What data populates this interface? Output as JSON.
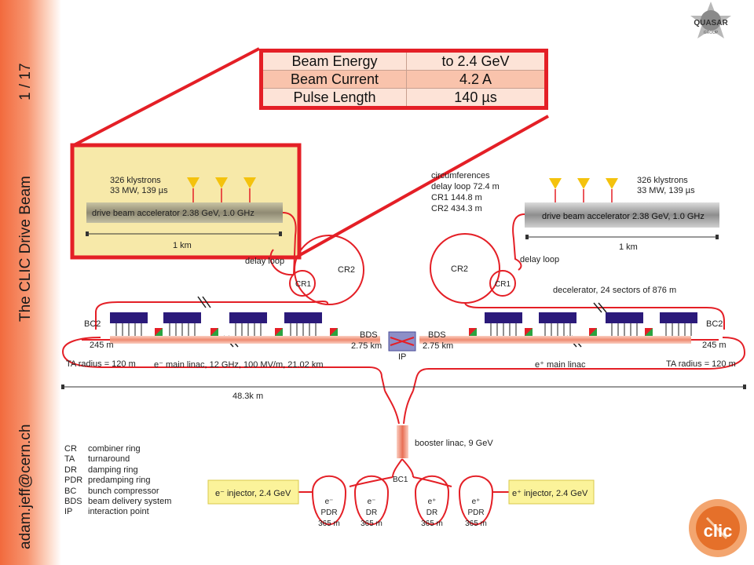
{
  "slide": {
    "author": "adam.jeff@cern.ch",
    "title": "The CLIC Drive Beam",
    "page": "1 / 17"
  },
  "params_table": {
    "rows": [
      {
        "label": "Beam Energy",
        "value": "to 2.4 GeV"
      },
      {
        "label": "Beam Current",
        "value": "4.2 A"
      },
      {
        "label": "Pulse Length",
        "value": "140 µs"
      }
    ]
  },
  "logos": {
    "quasar": "QUASAR",
    "quasar_sub": "GROUP",
    "clic": "clic"
  },
  "diagram": {
    "left_klystrons": "326 klystrons",
    "left_klystron_power": "33 MW, 139 µs",
    "left_accelerator": "drive beam accelerator 2.38 GeV, 1.0 GHz",
    "left_length": "1 km",
    "right_klystrons": "326 klystrons",
    "right_klystron_power": "33 MW, 139 µs",
    "right_accelerator": "drive beam accelerator 2.38 GeV, 1.0 GHz",
    "right_length": "1 km",
    "circ_title": "circumferences",
    "circ_delay": "delay loop 72.4 m",
    "circ_cr1": "CR1 144.8 m",
    "circ_cr2": "CR2 434.3 m",
    "delay_loop_left": "delay loop",
    "delay_loop_right": "delay loop",
    "cr2_left": "CR2",
    "cr1_left": "CR1",
    "cr2_right": "CR2",
    "cr1_right": "CR1",
    "decelerator": "decelerator, 24 sectors of 876 m",
    "bc2_left": "BC2",
    "bc2_right": "BC2",
    "ta245_left": "245 m",
    "ta245_right": "245 m",
    "ta_radius_left": "TA radius = 120 m",
    "ta_radius_right": "TA radius = 120 m",
    "bds_left": "BDS",
    "bds_left_len": "2.75 km",
    "bds_right": "BDS",
    "bds_right_len": "2.75 km",
    "ip": "IP",
    "linac_left": "e⁻ main linac, 12 GHz, 100 MV/m, 21.02 km",
    "linac_right": "e⁺ main linac",
    "total_length": "48.3k m",
    "booster": "booster linac, 9 GeV",
    "bc1": "BC1",
    "injector_left": "e⁻ injector, 2.4 GeV",
    "injector_right": "e⁺ injector, 2.4 GeV",
    "rings": [
      {
        "particle": "e⁻",
        "name": "PDR",
        "length": "365 m"
      },
      {
        "particle": "e⁻",
        "name": "DR",
        "length": "365 m"
      },
      {
        "particle": "e⁺",
        "name": "DR",
        "length": "365 m"
      },
      {
        "particle": "e⁺",
        "name": "PDR",
        "length": "365 m"
      }
    ]
  },
  "legend": [
    {
      "abbr": "CR",
      "desc": "combiner ring"
    },
    {
      "abbr": "TA",
      "desc": "turnaround"
    },
    {
      "abbr": "DR",
      "desc": "damping ring"
    },
    {
      "abbr": "PDR",
      "desc": "predamping ring"
    },
    {
      "abbr": "BC",
      "desc": "bunch compressor"
    },
    {
      "abbr": "BDS",
      "desc": "beam delivery system"
    },
    {
      "abbr": "IP",
      "desc": "interaction point"
    }
  ],
  "colors": {
    "beamline": "#e41f26",
    "highlight": "#e41f26",
    "pets": "#2b1a7a",
    "accelerator_fill": "#9a9a8c",
    "left_panel_bg": "#f7e9a9",
    "injector_fill": "#fbf39a"
  }
}
